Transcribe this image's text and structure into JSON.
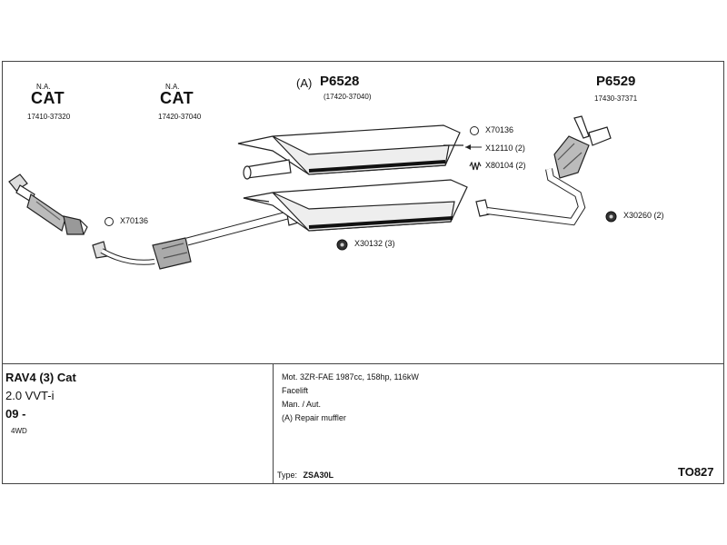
{
  "parts": {
    "cat1": {
      "note": "N.A.",
      "name": "CAT",
      "number": "17410-37320"
    },
    "cat2": {
      "note": "N.A.",
      "name": "CAT",
      "number": "17420-37040"
    },
    "p6528": {
      "prefix": "(A)",
      "name": "P6528",
      "number": "(17420-37040)"
    },
    "p6529": {
      "name": "P6529",
      "number": "17430-37371"
    }
  },
  "callouts": {
    "x70136_top": "X70136",
    "x12110": "X12110 (2)",
    "x80104": "X80104 (2)",
    "x70136_left": "X70136",
    "x30132": "X30132 (3)",
    "x30260": "X30260 (2)"
  },
  "info": {
    "model": "RAV4 (3) Cat",
    "engine": "2.0 VVT-i",
    "year": "09 -",
    "drive": "4WD",
    "specs": [
      "Mot. 3ZR-FAE 1987cc, 158hp, 116kW",
      "Facelift",
      "Man. / Aut.",
      "(A) Repair muffler"
    ],
    "type_label": "Type:",
    "type_value": "ZSA30L",
    "code": "TO827"
  }
}
